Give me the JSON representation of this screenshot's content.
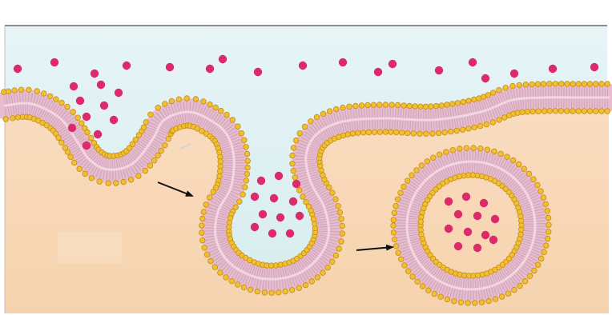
{
  "figure": {
    "colors": {
      "extracellular": "#dff0f2",
      "cytoplasm": "#f8d8b8",
      "membrane_core": "#e9bccb",
      "tail_lines": "#c9a4c0",
      "head_fill": "#efc132",
      "head_stroke": "#c78a12",
      "particle": "#dd2a6b",
      "arrow": "#111111",
      "frame": "#555555"
    },
    "elements": [
      {
        "id": "plasma-membrane",
        "kind": "bilayer",
        "state": "invaginating"
      },
      {
        "id": "budding-vesicle",
        "kind": "bilayer",
        "state": "pinching-off",
        "contents": "particles"
      },
      {
        "id": "free-vesicle",
        "kind": "bilayer",
        "state": "internalized",
        "contents": "particles"
      }
    ],
    "arrows": [
      "invagination-to-bud",
      "bud-to-vesicle"
    ]
  }
}
